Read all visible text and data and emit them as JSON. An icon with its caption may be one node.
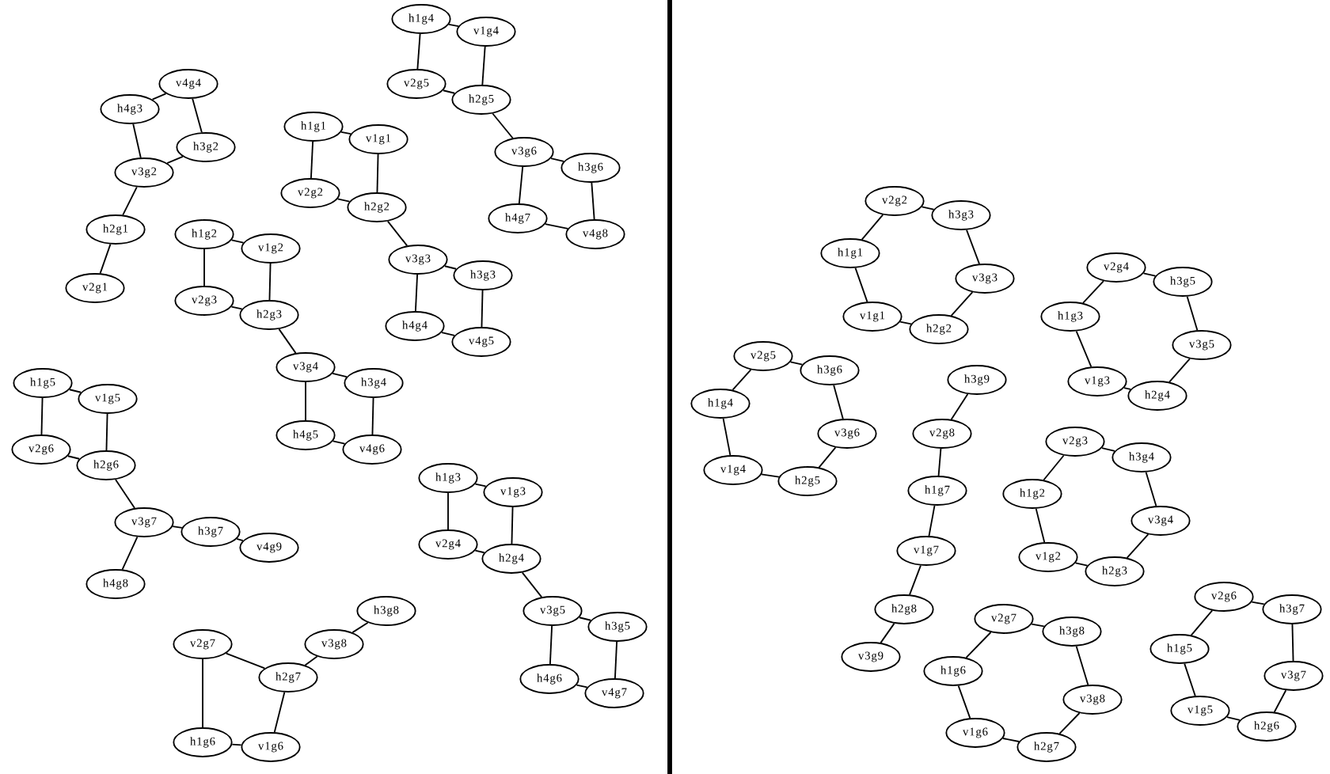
{
  "diagram": {
    "nodes": [
      {
        "text": [
          "h1g4"
        ]
      },
      {
        "text": [
          "v1g4"
        ]
      },
      {
        "text": [
          "v2g5"
        ]
      },
      {
        "text": [
          "h2g5"
        ]
      },
      {
        "text": [
          "v3g6"
        ]
      },
      {
        "text": [
          "h3g6"
        ]
      },
      {
        "text": [
          "h4g7"
        ]
      },
      {
        "text": [
          "v4g8"
        ]
      },
      {
        "text": [
          "v4g4"
        ]
      },
      {
        "text": [
          "h4g3"
        ]
      },
      {
        "text": [
          "h3g2"
        ]
      },
      {
        "text": [
          "v3g2"
        ]
      },
      {
        "text": [
          "h2g1"
        ]
      },
      {
        "text": [
          "v2g1"
        ]
      },
      {
        "text": [
          "h1g1"
        ]
      },
      {
        "text": [
          "v1g1"
        ]
      },
      {
        "text": [
          "v2g2"
        ]
      },
      {
        "text": [
          "h2g2"
        ]
      },
      {
        "text": [
          "v3g3"
        ]
      },
      {
        "text": [
          "h3g3"
        ]
      },
      {
        "text": [
          "h4g4"
        ]
      },
      {
        "text": [
          "v4g5"
        ]
      },
      {
        "text": [
          "h1g2"
        ]
      },
      {
        "text": [
          "v1g2"
        ]
      },
      {
        "text": [
          "v2g3"
        ]
      },
      {
        "text": [
          "h2g3"
        ]
      },
      {
        "text": [
          "v3g4"
        ]
      },
      {
        "text": [
          "h3g4"
        ]
      },
      {
        "text": [
          "h4g5"
        ]
      },
      {
        "text": [
          "v4g6"
        ]
      },
      {
        "text": [
          "h1g5"
        ]
      },
      {
        "text": [
          "v1g5"
        ]
      },
      {
        "text": [
          "v2g6"
        ]
      },
      {
        "text": [
          "h2g6"
        ]
      },
      {
        "text": [
          "v3g7"
        ]
      },
      {
        "text": [
          "h3g7"
        ]
      },
      {
        "text": [
          "v4g9"
        ]
      },
      {
        "text": [
          "h4g8"
        ]
      },
      {
        "text": [
          "h1g3"
        ]
      },
      {
        "text": [
          "v1g3"
        ]
      },
      {
        "text": [
          "v2g4"
        ]
      },
      {
        "text": [
          "h2g4"
        ]
      },
      {
        "text": [
          "v3g5"
        ]
      },
      {
        "text": [
          "h3g5"
        ]
      },
      {
        "text": [
          "h4g6"
        ]
      },
      {
        "text": [
          "v4g7"
        ]
      },
      {
        "text": [
          "h3g8"
        ]
      },
      {
        "text": [
          "v2g7"
        ]
      },
      {
        "text": [
          "v3g8"
        ]
      },
      {
        "text": [
          "h2g7"
        ]
      },
      {
        "text": [
          "h1g6"
        ]
      },
      {
        "text": [
          "v1g6"
        ]
      },
      {
        "text": [
          "v2g2"
        ]
      },
      {
        "text": [
          "h3g3"
        ]
      },
      {
        "text": [
          "h1g1"
        ]
      },
      {
        "text": [
          "v3g3"
        ]
      },
      {
        "text": [
          "v1g1"
        ]
      },
      {
        "text": [
          "h2g2"
        ]
      },
      {
        "text": [
          "v2g4"
        ]
      },
      {
        "text": [
          "h3g5"
        ]
      },
      {
        "text": [
          "h1g3"
        ]
      },
      {
        "text": [
          "v3g5"
        ]
      },
      {
        "text": [
          "v1g3"
        ]
      },
      {
        "text": [
          "h2g4"
        ]
      },
      {
        "text": [
          "v2g5"
        ]
      },
      {
        "text": [
          "h3g6"
        ]
      },
      {
        "text": [
          "h1g4"
        ]
      },
      {
        "text": [
          "v3g6"
        ]
      },
      {
        "text": [
          "v1g4"
        ]
      },
      {
        "text": [
          "h2g5"
        ]
      },
      {
        "text": [
          "h3g9"
        ]
      },
      {
        "text": [
          "v2g8"
        ]
      },
      {
        "text": [
          "h1g7"
        ]
      },
      {
        "text": [
          "v1g7"
        ]
      },
      {
        "text": [
          "h2g8"
        ]
      },
      {
        "text": [
          "v3g9"
        ]
      },
      {
        "text": [
          "v2g3"
        ]
      },
      {
        "text": [
          "h3g4"
        ]
      },
      {
        "text": [
          "h1g2"
        ]
      },
      {
        "text": [
          "v3g4"
        ]
      },
      {
        "text": [
          "v1g2"
        ]
      },
      {
        "text": [
          "h2g3"
        ]
      },
      {
        "text": [
          "v2g7"
        ]
      },
      {
        "text": [
          "h3g8"
        ]
      },
      {
        "text": [
          "h1g6"
        ]
      },
      {
        "text": [
          "v3g8"
        ]
      },
      {
        "text": [
          "v1g6"
        ]
      },
      {
        "text": [
          "h2g7"
        ]
      },
      {
        "text": [
          "v2g6"
        ]
      },
      {
        "text": [
          "h3g7"
        ]
      },
      {
        "text": [
          "h1g5"
        ]
      },
      {
        "text": [
          "v3g7"
        ]
      },
      {
        "text": [
          "v1g5"
        ]
      },
      {
        "text": [
          "h2g6"
        ]
      }
    ],
    "edges": [
      {
        "from": 0,
        "to": 1,
        "arrow": "none"
      },
      {
        "from": 0,
        "to": 2,
        "arrow": "none"
      },
      {
        "from": 1,
        "to": 3,
        "arrow": "none"
      },
      {
        "from": 2,
        "to": 3,
        "arrow": "none"
      },
      {
        "from": 3,
        "to": 4,
        "arrow": "none"
      },
      {
        "from": 4,
        "to": 5,
        "arrow": "none"
      },
      {
        "from": 4,
        "to": 6,
        "arrow": "none"
      },
      {
        "from": 5,
        "to": 7,
        "arrow": "none"
      },
      {
        "from": 6,
        "to": 7,
        "arrow": "none"
      },
      {
        "from": 8,
        "to": 9,
        "arrow": "none"
      },
      {
        "from": 8,
        "to": 10,
        "arrow": "none"
      },
      {
        "from": 9,
        "to": 11,
        "arrow": "none"
      },
      {
        "from": 10,
        "to": 11,
        "arrow": "none"
      },
      {
        "from": 11,
        "to": 12,
        "arrow": "none"
      },
      {
        "from": 12,
        "to": 13,
        "arrow": "none"
      },
      {
        "from": 14,
        "to": 15,
        "arrow": "none"
      },
      {
        "from": 14,
        "to": 16,
        "arrow": "none"
      },
      {
        "from": 15,
        "to": 17,
        "arrow": "none"
      },
      {
        "from": 16,
        "to": 17,
        "arrow": "none"
      },
      {
        "from": 17,
        "to": 18,
        "arrow": "none"
      },
      {
        "from": 18,
        "to": 19,
        "arrow": "none"
      },
      {
        "from": 18,
        "to": 20,
        "arrow": "none"
      },
      {
        "from": 19,
        "to": 21,
        "arrow": "none"
      },
      {
        "from": 20,
        "to": 21,
        "arrow": "none"
      },
      {
        "from": 22,
        "to": 23,
        "arrow": "none"
      },
      {
        "from": 22,
        "to": 24,
        "arrow": "none"
      },
      {
        "from": 23,
        "to": 25,
        "arrow": "none"
      },
      {
        "from": 24,
        "to": 25,
        "arrow": "none"
      },
      {
        "from": 25,
        "to": 26,
        "arrow": "none"
      },
      {
        "from": 26,
        "to": 27,
        "arrow": "none"
      },
      {
        "from": 26,
        "to": 28,
        "arrow": "none"
      },
      {
        "from": 27,
        "to": 29,
        "arrow": "none"
      },
      {
        "from": 28,
        "to": 29,
        "arrow": "none"
      },
      {
        "from": 30,
        "to": 31,
        "arrow": "none"
      },
      {
        "from": 30,
        "to": 32,
        "arrow": "none"
      },
      {
        "from": 31,
        "to": 33,
        "arrow": "none"
      },
      {
        "from": 32,
        "to": 33,
        "arrow": "none"
      },
      {
        "from": 33,
        "to": 34,
        "arrow": "none"
      },
      {
        "from": 34,
        "to": 35,
        "arrow": "none"
      },
      {
        "from": 35,
        "to": 36,
        "arrow": "none"
      },
      {
        "from": 34,
        "to": 37,
        "arrow": "none"
      },
      {
        "from": 38,
        "to": 39,
        "arrow": "none"
      },
      {
        "from": 38,
        "to": 40,
        "arrow": "none"
      },
      {
        "from": 39,
        "to": 41,
        "arrow": "none"
      },
      {
        "from": 40,
        "to": 41,
        "arrow": "none"
      },
      {
        "from": 41,
        "to": 42,
        "arrow": "none"
      },
      {
        "from": 42,
        "to": 43,
        "arrow": "none"
      },
      {
        "from": 42,
        "to": 44,
        "arrow": "none"
      },
      {
        "from": 43,
        "to": 45,
        "arrow": "none"
      },
      {
        "from": 44,
        "to": 45,
        "arrow": "none"
      },
      {
        "from": 47,
        "to": 49,
        "arrow": "none"
      },
      {
        "from": 47,
        "to": 50,
        "arrow": "none"
      },
      {
        "from": 49,
        "to": 51,
        "arrow": "none"
      },
      {
        "from": 50,
        "to": 51,
        "arrow": "none"
      },
      {
        "from": 49,
        "to": 48,
        "arrow": "none"
      },
      {
        "from": 48,
        "to": 46,
        "arrow": "none"
      },
      {
        "from": 52,
        "to": 53,
        "arrow": "none"
      },
      {
        "from": 53,
        "to": 55,
        "arrow": "none"
      },
      {
        "from": 55,
        "to": 57,
        "arrow": "none"
      },
      {
        "from": 57,
        "to": 56,
        "arrow": "none"
      },
      {
        "from": 56,
        "to": 54,
        "arrow": "none"
      },
      {
        "from": 54,
        "to": 52,
        "arrow": "none"
      },
      {
        "from": 58,
        "to": 59,
        "arrow": "none"
      },
      {
        "from": 59,
        "to": 61,
        "arrow": "none"
      },
      {
        "from": 61,
        "to": 63,
        "arrow": "none"
      },
      {
        "from": 63,
        "to": 62,
        "arrow": "none"
      },
      {
        "from": 62,
        "to": 60,
        "arrow": "none"
      },
      {
        "from": 60,
        "to": 58,
        "arrow": "none"
      },
      {
        "from": 64,
        "to": 65,
        "arrow": "none"
      },
      {
        "from": 65,
        "to": 67,
        "arrow": "none"
      },
      {
        "from": 67,
        "to": 69,
        "arrow": "none"
      },
      {
        "from": 69,
        "to": 68,
        "arrow": "none"
      },
      {
        "from": 68,
        "to": 66,
        "arrow": "none"
      },
      {
        "from": 66,
        "to": 64,
        "arrow": "none"
      },
      {
        "from": 70,
        "to": 71,
        "arrow": "none"
      },
      {
        "from": 71,
        "to": 72,
        "arrow": "none"
      },
      {
        "from": 72,
        "to": 73,
        "arrow": "none"
      },
      {
        "from": 73,
        "to": 74,
        "arrow": "none"
      },
      {
        "from": 74,
        "to": 75,
        "arrow": "none"
      },
      {
        "from": 76,
        "to": 77,
        "arrow": "none"
      },
      {
        "from": 77,
        "to": 79,
        "arrow": "none"
      },
      {
        "from": 79,
        "to": 81,
        "arrow": "none"
      },
      {
        "from": 81,
        "to": 80,
        "arrow": "none"
      },
      {
        "from": 80,
        "to": 78,
        "arrow": "none"
      },
      {
        "from": 78,
        "to": 76,
        "arrow": "none"
      },
      {
        "from": 82,
        "to": 83,
        "arrow": "none"
      },
      {
        "from": 83,
        "to": 85,
        "arrow": "none"
      },
      {
        "from": 85,
        "to": 87,
        "arrow": "none"
      },
      {
        "from": 87,
        "to": 86,
        "arrow": "none"
      },
      {
        "from": 86,
        "to": 84,
        "arrow": "none"
      },
      {
        "from": 84,
        "to": 82,
        "arrow": "none"
      },
      {
        "from": 88,
        "to": 89,
        "arrow": "none"
      },
      {
        "from": 89,
        "to": 91,
        "arrow": "none"
      },
      {
        "from": 91,
        "to": 93,
        "arrow": "none"
      },
      {
        "from": 93,
        "to": 92,
        "arrow": "none"
      },
      {
        "from": 92,
        "to": 90,
        "arrow": "none"
      },
      {
        "from": 90,
        "to": 88,
        "arrow": "none"
      }
    ]
  }
}
